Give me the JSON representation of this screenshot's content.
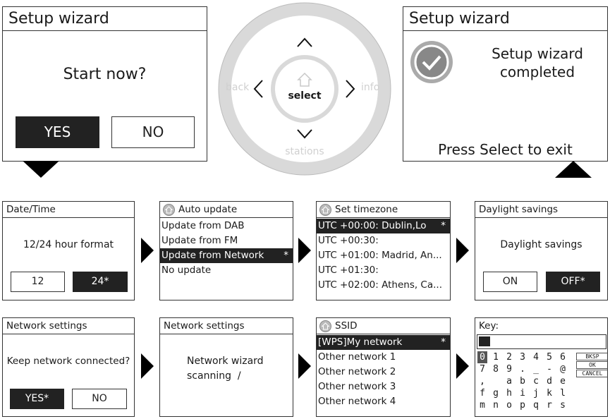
{
  "wizard_start": {
    "title": "Setup wizard",
    "prompt": "Start now?",
    "yes": "YES",
    "no": "NO"
  },
  "wizard_done": {
    "title": "Setup wizard",
    "message_line1": "Setup wizard",
    "message_line2": "completed",
    "exit": "Press Select to exit"
  },
  "navpad": {
    "select": "select",
    "back": "back",
    "info": "info",
    "stations": "stations"
  },
  "datetime": {
    "title": "Date/Time",
    "prompt": "12/24 hour format",
    "opt_12": "12",
    "opt_24": "24*"
  },
  "auto_update": {
    "title": "Auto update",
    "items": [
      "Update from DAB",
      "Update from FM",
      "Update from Network",
      "No update"
    ],
    "selected_index": 2,
    "selected_star": "*"
  },
  "timezone": {
    "title": "Set timezone",
    "items": [
      "UTC +00:00: Dublin,Lo",
      "UTC +00:30:",
      "UTC +01:00: Madrid, An...",
      "UTC +01:30:",
      "UTC +02:00: Athens, Ca..."
    ],
    "selected_index": 0,
    "selected_star": "*"
  },
  "daylight": {
    "title": "Daylight savings",
    "prompt": "Daylight savings",
    "on": "ON",
    "off": "OFF*"
  },
  "network_keep": {
    "title": "Network settings",
    "prompt": "Keep network connected?",
    "yes": "YES*",
    "no": "NO"
  },
  "network_wizard": {
    "title": "Network settings",
    "line1": "Network wizard",
    "line2": "scanning  /"
  },
  "ssid": {
    "title": "SSID",
    "items": [
      "[WPS]My network",
      "Other network 1",
      "Other network 2",
      "Other network 3",
      "Other network 4"
    ],
    "selected_index": 0,
    "selected_star": "*"
  },
  "keypad": {
    "title": "Key:",
    "rows": [
      [
        "0",
        "1",
        "2",
        "3",
        "4",
        "5",
        "6"
      ],
      [
        "7",
        "8",
        "9",
        ".",
        "_",
        "-",
        "@"
      ],
      [
        ",",
        "",
        "a",
        "b",
        "c",
        "d",
        "e"
      ],
      [
        "f",
        "g",
        "h",
        "i",
        "j",
        "k",
        "l"
      ],
      [
        "m",
        "n",
        "o",
        "p",
        "q",
        "r",
        "s"
      ]
    ],
    "selected_key": "0",
    "bksp": "BKSP",
    "ok": "OK",
    "cancel": "CANCEL"
  }
}
